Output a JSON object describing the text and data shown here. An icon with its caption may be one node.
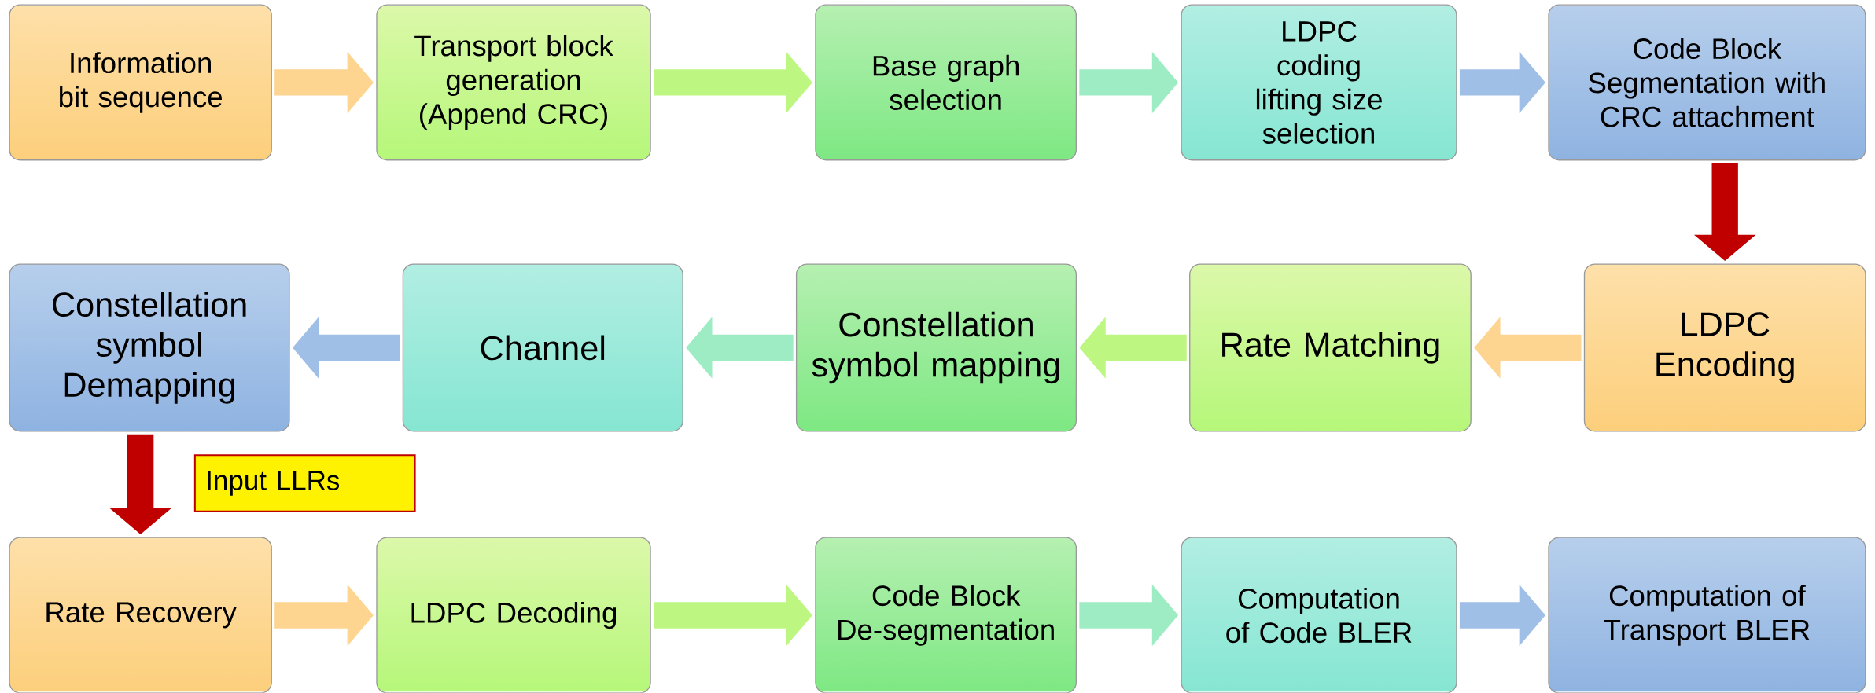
{
  "diagram": {
    "nodes": [
      {
        "text": [
          "Information bit sequence"
        ]
      },
      {
        "text": [
          "Transport block generation (Append CRC)"
        ]
      },
      {
        "text": [
          "Base graph selection"
        ]
      },
      {
        "text": [
          "LDPC coding lifting size selection"
        ]
      },
      {
        "text": [
          "Code Block Segmentation with CRC attachment"
        ]
      },
      {
        "text": [
          "LDPC Encoding"
        ]
      },
      {
        "text": [
          "Rate Matching"
        ]
      },
      {
        "text": [
          "Constellation symbol mapping"
        ]
      },
      {
        "text": [
          "Channel"
        ]
      },
      {
        "text": [
          "Constellation symbol Demapping"
        ]
      },
      {
        "text": [
          "Input LLRs"
        ]
      },
      {
        "text": [
          "Rate Recovery"
        ]
      },
      {
        "text": [
          "LDPC Decoding"
        ]
      },
      {
        "text": [
          "Code Block De-segmentation"
        ]
      },
      {
        "text": [
          "Computation of Code BLER"
        ]
      },
      {
        "text": [
          "Computation of Transport BLER"
        ]
      }
    ],
    "edges": [
      {
        "from": 0,
        "to": 1,
        "arrow": "to",
        "color": "#fdd490"
      },
      {
        "from": 1,
        "to": 2,
        "arrow": "to",
        "color": "#bdf782"
      },
      {
        "from": 2,
        "to": 3,
        "arrow": "to",
        "color": "#9eecc4"
      },
      {
        "from": 3,
        "to": 4,
        "arrow": "to",
        "color": "#9fbfe6"
      },
      {
        "from": 4,
        "to": 5,
        "arrow": "to",
        "color": "#c00000"
      },
      {
        "from": 5,
        "to": 6,
        "arrow": "to",
        "color": "#fdd490"
      },
      {
        "from": 6,
        "to": 7,
        "arrow": "to",
        "color": "#bdf782"
      },
      {
        "from": 7,
        "to": 8,
        "arrow": "to",
        "color": "#9eecc4"
      },
      {
        "from": 8,
        "to": 9,
        "arrow": "to",
        "color": "#9fbfe6"
      },
      {
        "from": 9,
        "to": 11,
        "arrow": "to",
        "color": "#c00000"
      },
      {
        "from": 11,
        "to": 12,
        "arrow": "to",
        "color": "#fdd490"
      },
      {
        "from": 12,
        "to": 13,
        "arrow": "to",
        "color": "#bdf782"
      },
      {
        "from": 13,
        "to": 14,
        "arrow": "to",
        "color": "#9eecc4"
      },
      {
        "from": 14,
        "to": 15,
        "arrow": "to",
        "color": "#9fbfe6"
      }
    ]
  }
}
